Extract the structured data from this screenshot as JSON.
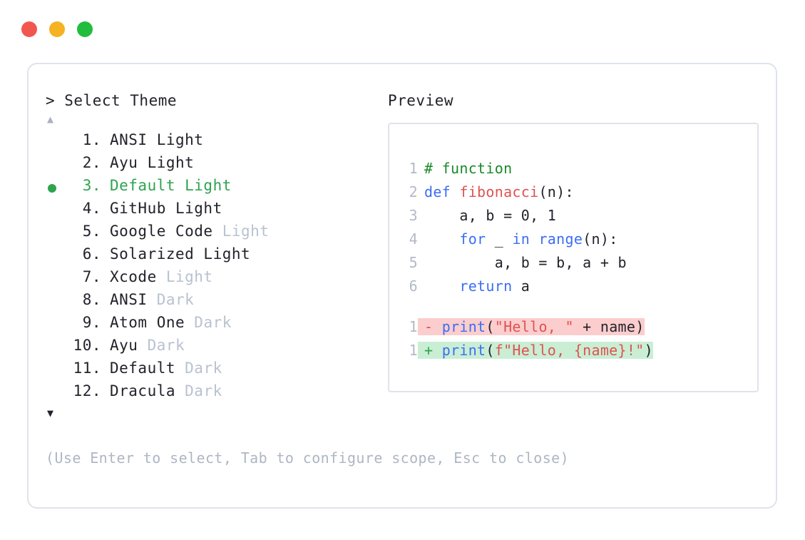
{
  "window": {
    "dots": [
      {
        "name": "close",
        "color": "#f2574f"
      },
      {
        "name": "minimize",
        "color": "#f5b222"
      },
      {
        "name": "maximize",
        "color": "#22bd3c"
      }
    ]
  },
  "left": {
    "prompt": "> Select Theme",
    "scroll_up": "▲",
    "scroll_down": "▼",
    "selected_index": 3,
    "items": [
      {
        "number": "1.",
        "name": "ANSI Light",
        "variant": "",
        "selected": false
      },
      {
        "number": "2.",
        "name": "Ayu Light",
        "variant": "",
        "selected": false
      },
      {
        "number": "3.",
        "name": "Default Light",
        "variant": "",
        "selected": true
      },
      {
        "number": "4.",
        "name": "GitHub Light",
        "variant": "",
        "selected": false
      },
      {
        "number": "5.",
        "name": "Google Code",
        "variant": "Light",
        "selected": false
      },
      {
        "number": "6.",
        "name": "Solarized Light",
        "variant": "",
        "selected": false
      },
      {
        "number": "7.",
        "name": "Xcode",
        "variant": "Light",
        "selected": false
      },
      {
        "number": "8.",
        "name": "ANSI",
        "variant": "Dark",
        "selected": false
      },
      {
        "number": "9.",
        "name": "Atom One",
        "variant": "Dark",
        "selected": false
      },
      {
        "number": "10.",
        "name": "Ayu",
        "variant": "Dark",
        "selected": false
      },
      {
        "number": "11.",
        "name": "Default",
        "variant": "Dark",
        "selected": false
      },
      {
        "number": "12.",
        "name": "Dracula",
        "variant": "Dark",
        "selected": false
      }
    ],
    "footer_hint": "(Use Enter to select, Tab to configure scope, Esc to close)"
  },
  "right": {
    "preview_label": "Preview",
    "code_lines": [
      {
        "number": "1",
        "tokens": [
          {
            "t": "# function",
            "c": "tok-comment"
          }
        ]
      },
      {
        "number": "2",
        "tokens": [
          {
            "t": "def ",
            "c": "tok-keyword"
          },
          {
            "t": "fibonacci",
            "c": "tok-func"
          },
          {
            "t": "(n):",
            "c": "tok-plain"
          }
        ]
      },
      {
        "number": "3",
        "tokens": [
          {
            "t": "    a, b = 0, 1",
            "c": "tok-plain"
          }
        ]
      },
      {
        "number": "4",
        "tokens": [
          {
            "t": "    ",
            "c": "tok-plain"
          },
          {
            "t": "for",
            "c": "tok-keyword"
          },
          {
            "t": " _ ",
            "c": "tok-plain"
          },
          {
            "t": "in",
            "c": "tok-keyword"
          },
          {
            "t": " ",
            "c": "tok-plain"
          },
          {
            "t": "range",
            "c": "tok-keyword"
          },
          {
            "t": "(n):",
            "c": "tok-plain"
          }
        ]
      },
      {
        "number": "5",
        "tokens": [
          {
            "t": "        a, b = b, a + b",
            "c": "tok-plain"
          }
        ]
      },
      {
        "number": "6",
        "tokens": [
          {
            "t": "    ",
            "c": "tok-plain"
          },
          {
            "t": "return",
            "c": "tok-keyword"
          },
          {
            "t": " a",
            "c": "tok-plain"
          }
        ]
      }
    ],
    "diff_lines": [
      {
        "number": "1",
        "sign": "-",
        "kind": "minus",
        "tokens": [
          {
            "t": "print",
            "c": "tok-keyword"
          },
          {
            "t": "(",
            "c": "tok-plain"
          },
          {
            "t": "\"Hello, \"",
            "c": "tok-string"
          },
          {
            "t": " + name)",
            "c": "tok-plain"
          }
        ]
      },
      {
        "number": "1",
        "sign": "+",
        "kind": "plus",
        "tokens": [
          {
            "t": "print",
            "c": "tok-keyword"
          },
          {
            "t": "(",
            "c": "tok-plain"
          },
          {
            "t": "f\"Hello, {name}!\"",
            "c": "tok-string"
          },
          {
            "t": ")",
            "c": "tok-plain"
          }
        ]
      }
    ]
  }
}
